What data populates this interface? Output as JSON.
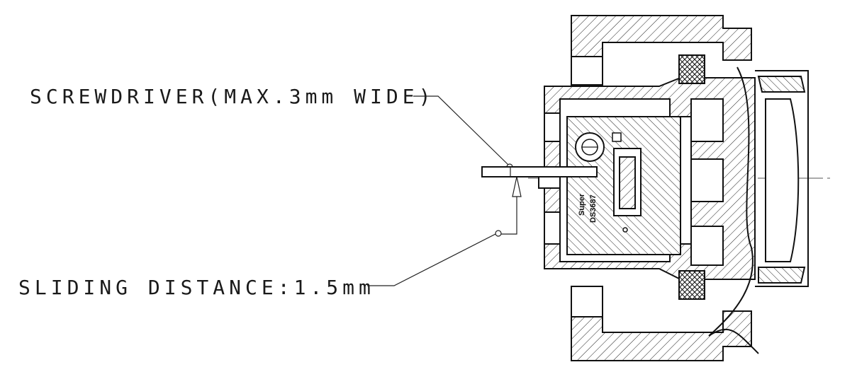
{
  "callouts": {
    "screwdriver": "SCREWDRIVER(MAX.3mm WIDE)",
    "sliding_distance": "SLIDING DISTANCE:1.5mm"
  },
  "part_marking": {
    "line1": "Super",
    "line2": "DS3687"
  }
}
